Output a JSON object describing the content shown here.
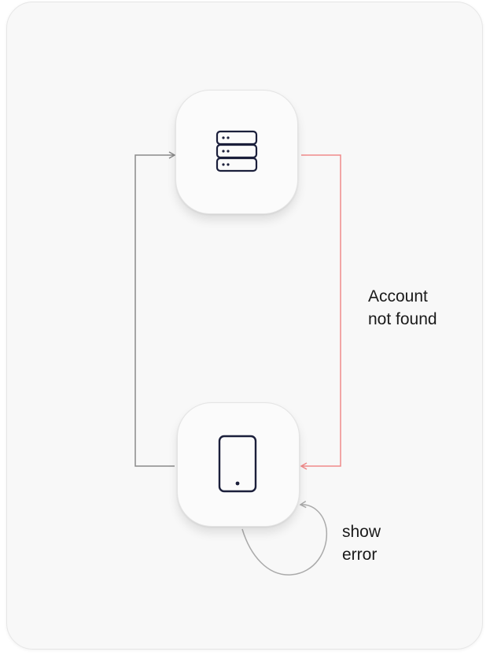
{
  "diagram": {
    "nodes": {
      "server": {
        "icon": "server-icon"
      },
      "phone": {
        "icon": "mobile-phone-icon"
      }
    },
    "edges": {
      "request": {
        "color": "#8a8a8a"
      },
      "response": {
        "color": "#f08a8a",
        "label_line1": "Account",
        "label_line2": "not found"
      },
      "self_loop": {
        "color": "#aaaaaa",
        "label_line1": "show",
        "label_line2": "error"
      }
    },
    "icon_color": "#1b1f3b"
  }
}
